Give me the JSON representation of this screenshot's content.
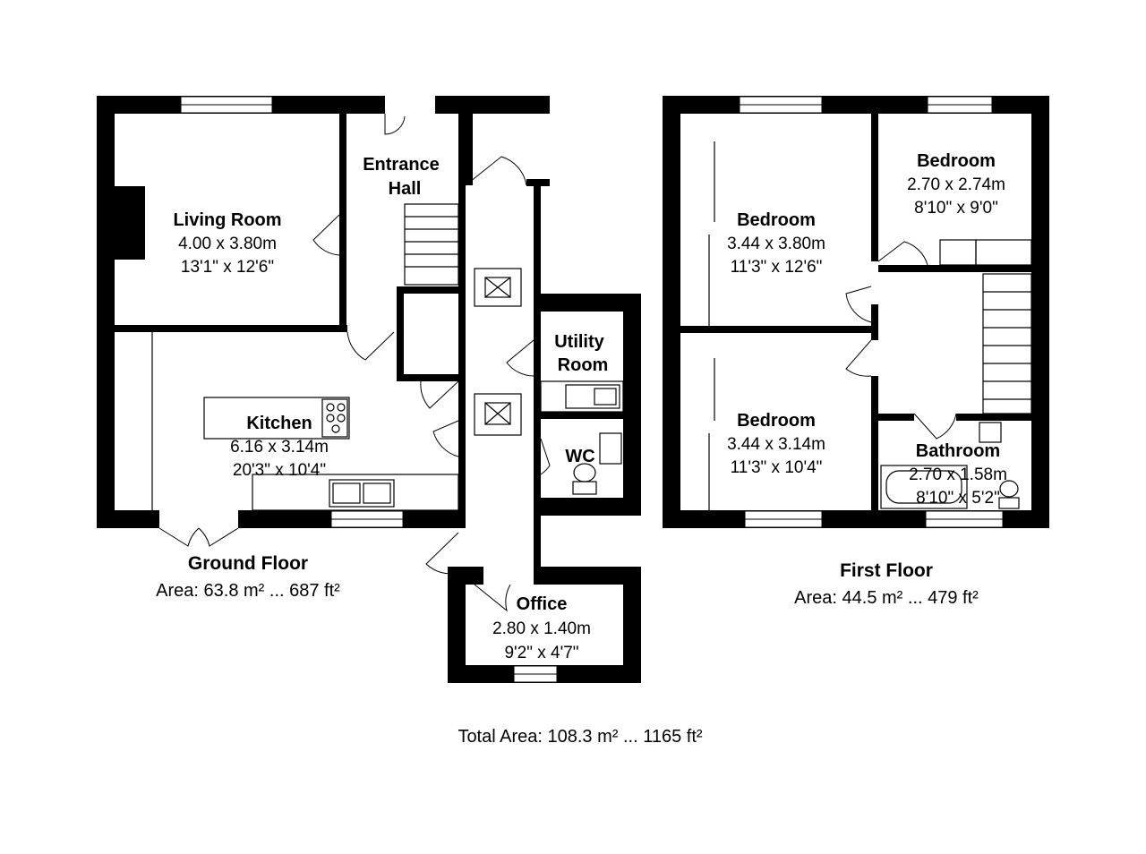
{
  "ground_floor": {
    "title": "Ground Floor",
    "area": "Area: 63.8 m² ... 687 ft²",
    "rooms": {
      "living_room": {
        "name": "Living Room",
        "metric": "4.00 x 3.80m",
        "imperial": "13'1\" x 12'6\""
      },
      "entrance_hall": {
        "name_line1": "Entrance",
        "name_line2": "Hall"
      },
      "kitchen": {
        "name": "Kitchen",
        "metric": "6.16 x 3.14m",
        "imperial": "20'3\" x 10'4\""
      },
      "utility_room": {
        "name_line1": "Utility",
        "name_line2": "Room"
      },
      "wc": {
        "name": "WC"
      },
      "office": {
        "name": "Office",
        "metric": "2.80 x 1.40m",
        "imperial": "9'2\" x 4'7\""
      }
    }
  },
  "first_floor": {
    "title": "First Floor",
    "area": "Area: 44.5 m² ... 479 ft²",
    "rooms": {
      "bedroom_1": {
        "name": "Bedroom",
        "metric": "3.44 x 3.80m",
        "imperial": "11'3\" x 12'6\""
      },
      "bedroom_2": {
        "name": "Bedroom",
        "metric": "2.70 x 2.74m",
        "imperial": "8'10\" x 9'0\""
      },
      "bedroom_3": {
        "name": "Bedroom",
        "metric": "3.44 x 3.14m",
        "imperial": "11'3\" x 10'4\""
      },
      "bathroom": {
        "name": "Bathroom",
        "metric": "2.70 x 1.58m",
        "imperial": "8'10\" x 5'2\""
      }
    }
  },
  "total_area": "Total Area: 108.3 m² ... 1165 ft²"
}
